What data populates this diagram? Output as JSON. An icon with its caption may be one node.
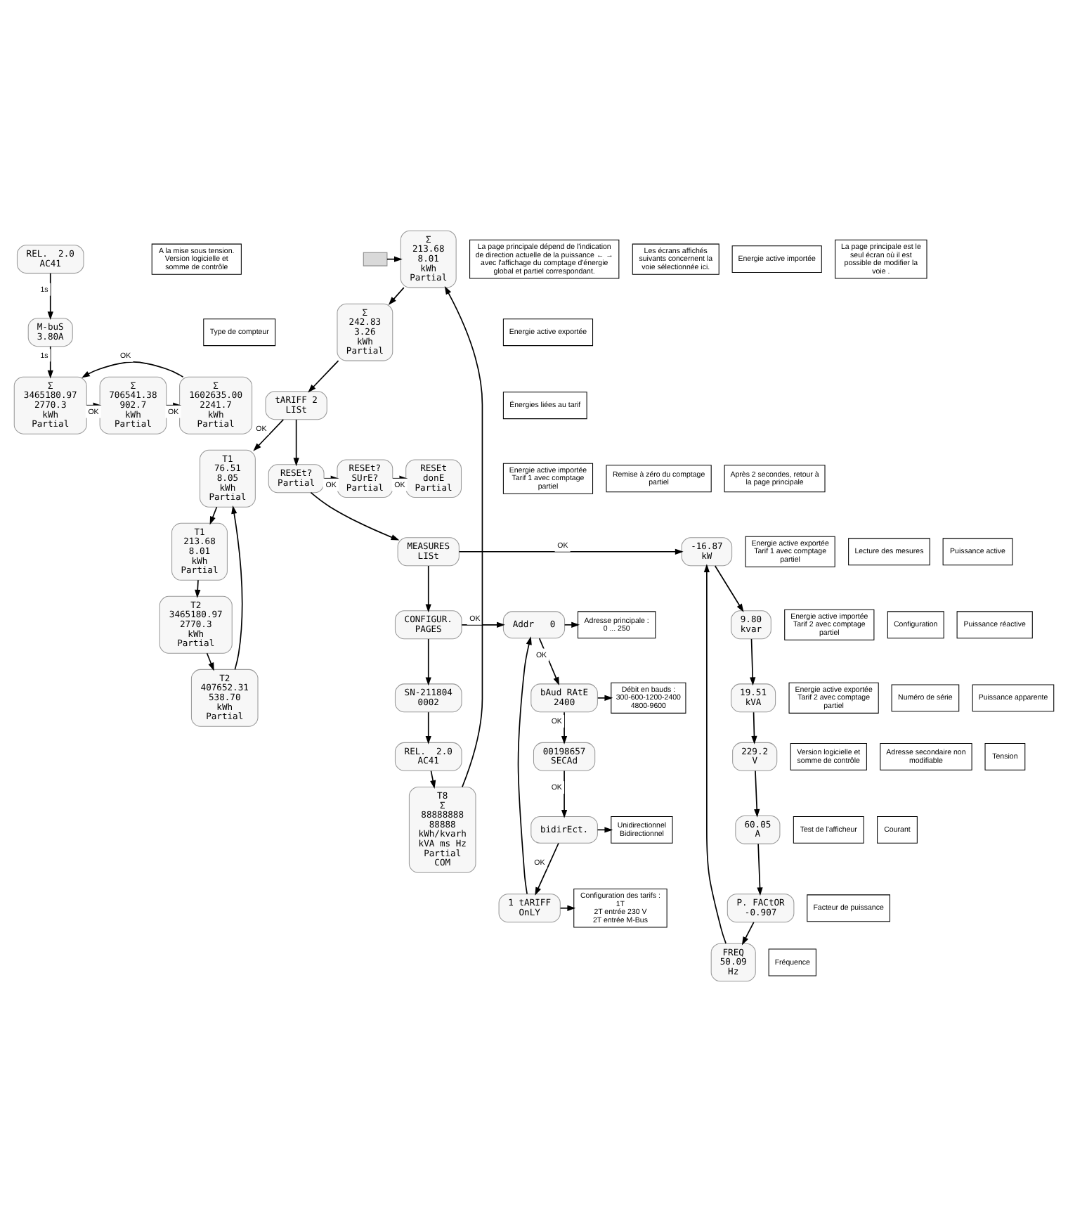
{
  "diagram": {
    "nodes": [
      {
        "text": [
          "REL.  2.0",
          "AC41"
        ]
      },
      {
        "text": [
          "A la mise sous tension. Version logicielle et somme de contrôle"
        ]
      },
      {
        "text": [
          "M-buS",
          "3.80A"
        ]
      },
      {
        "text": [
          "Type de compteur"
        ]
      },
      {
        "text": [
          "Σ",
          "3465180.97",
          "2770.3",
          "kWh",
          "Partial"
        ]
      },
      {
        "text": [
          "Σ",
          "706541.38",
          "902.7",
          "kWh",
          "Partial"
        ]
      },
      {
        "text": [
          "Σ",
          "1602635.00",
          "2241.7",
          "kWh",
          "Partial"
        ]
      },
      {
        "text": [
          "T1",
          "76.51",
          "8.05",
          "kWh",
          "Partial"
        ]
      },
      {
        "text": [
          "Energie active importée Tarif 1 avec comptage partiel"
        ]
      },
      {
        "text": [
          "T1",
          "213.68",
          "8.01",
          "kWh",
          "Partial"
        ]
      },
      {
        "text": [
          "Energie active exportée Tarif 1 avec comptage partiel"
        ]
      },
      {
        "text": [
          "T2",
          "3465180.97",
          "2770.3",
          "kWh",
          "Partial"
        ]
      },
      {
        "text": [
          "Energie active importée Tarif 2 avec comptage partiel"
        ]
      },
      {
        "text": [
          "T2",
          "407652.31",
          "538.70",
          "kWh",
          "Partial"
        ]
      },
      {
        "text": [
          "Energie active exportée Tarif 2 avec comptage partiel"
        ]
      },
      {
        "text": [
          "La page principale dépend de l'indication de direction actuelle de la puissance ← → avec l'affichage du comptage d'énergie global et partiel correspondant."
        ]
      },
      {
        "text": [
          "Les écrans affichés suivants concernent la voie sélectionnée ici."
        ]
      },
      {
        "text": [
          "Σ",
          "213.68",
          "8.01",
          "kWh",
          "Partial"
        ]
      },
      {
        "text": [
          "Energie active importée"
        ]
      },
      {
        "text": [
          "La page principale est le seul écran où il est possible de modifier la voie ."
        ]
      },
      {
        "text": [
          "Σ",
          "242.83",
          "3.26",
          "kWh",
          "Partial"
        ]
      },
      {
        "text": [
          "Energie active exportée"
        ]
      },
      {
        "text": [
          "tARIFF 2",
          "LISt"
        ]
      },
      {
        "text": [
          "Énergies liées au tarif"
        ]
      },
      {
        "text": [
          "RESEt?",
          "Partial"
        ]
      },
      {
        "text": [
          "Remise à zéro du comptage partiel"
        ]
      },
      {
        "text": [
          "RESEt?",
          "SUrE?",
          "Partial"
        ]
      },
      {
        "text": [
          "RESEt",
          "donE",
          "Partial"
        ]
      },
      {
        "text": [
          "Après 2 secondes, retour à la page principale"
        ]
      },
      {
        "text": [
          "MEASURES",
          "LISt"
        ]
      },
      {
        "text": [
          "Lecture des mesures"
        ]
      },
      {
        "text": [
          "CONFIGUR.",
          "PAGES"
        ]
      },
      {
        "text": [
          "Configuration"
        ]
      },
      {
        "text": [
          "SN-211804",
          "0002"
        ]
      },
      {
        "text": [
          "Numéro de série"
        ]
      },
      {
        "text": [
          "REL.  2.0",
          "AC41"
        ]
      },
      {
        "text": [
          "Version logicielle et somme de contrôle"
        ]
      },
      {
        "text": [
          "T8",
          "Σ",
          "88888888",
          "88888",
          "kWh/kvarh",
          "kVA ms Hz",
          "Partial",
          "COM"
        ]
      },
      {
        "text": [
          "Test de l'afficheur"
        ]
      },
      {
        "text": [
          "Addr   0"
        ]
      },
      {
        "text": [
          "Adresse principale :",
          "0 ... 250"
        ]
      },
      {
        "text": [
          "bAud RAtE",
          "2400"
        ]
      },
      {
        "text": [
          "Débit en bauds :",
          "300-600-1200-2400 4800-9600"
        ]
      },
      {
        "text": [
          "00198657",
          "SECAd"
        ]
      },
      {
        "text": [
          "Adresse secondaire non modifiable"
        ]
      },
      {
        "text": [
          "bidirEct."
        ]
      },
      {
        "text": [
          "Unidirectionnel",
          "Bidirectionnel"
        ]
      },
      {
        "text": [
          "1 tARIFF",
          "OnLY"
        ]
      },
      {
        "text": [
          "Configuration des tarifs :",
          "1T",
          "2T entrée 230 V",
          "2T entrée M-Bus"
        ]
      },
      {
        "text": [
          "-16.87",
          "kW"
        ]
      },
      {
        "text": [
          "Puissance active"
        ]
      },
      {
        "text": [
          "9.80",
          "kvar"
        ]
      },
      {
        "text": [
          "Puissance réactive"
        ]
      },
      {
        "text": [
          "19.51",
          "kVA"
        ]
      },
      {
        "text": [
          "Puissance apparente"
        ]
      },
      {
        "text": [
          "229.2",
          "V"
        ]
      },
      {
        "text": [
          "Tension"
        ]
      },
      {
        "text": [
          "60.05",
          "A"
        ]
      },
      {
        "text": [
          "Courant"
        ]
      },
      {
        "text": [
          "P. FACtOR",
          "-0.907"
        ]
      },
      {
        "text": [
          "Facteur de puissance"
        ]
      },
      {
        "text": [
          "FREQ",
          "50.09",
          "Hz"
        ]
      },
      {
        "text": [
          "Fréquence"
        ]
      },
      {
        "text": [],
        "shape": "box"
      }
    ],
    "edges": [
      {
        "from": 0,
        "to": 2,
        "arrow": "to",
        "label": "1s"
      },
      {
        "from": 2,
        "to": 4,
        "arrow": "to",
        "label": "1s"
      },
      {
        "from": 4,
        "to": 5,
        "arrow": "to",
        "label": "OK"
      },
      {
        "from": 5,
        "to": 6,
        "arrow": "to",
        "label": "OK"
      },
      {
        "from": 6,
        "to": 4,
        "arrow": "to",
        "label": "OK"
      },
      {
        "from": 63,
        "to": 17,
        "arrow": "to"
      },
      {
        "from": 17,
        "to": 20,
        "arrow": "to"
      },
      {
        "from": 20,
        "to": 22,
        "arrow": "to"
      },
      {
        "from": 22,
        "to": 24,
        "arrow": "to"
      },
      {
        "from": 24,
        "to": 29,
        "arrow": "to"
      },
      {
        "from": 29,
        "to": 31,
        "arrow": "to"
      },
      {
        "from": 31,
        "to": 33,
        "arrow": "to"
      },
      {
        "from": 33,
        "to": 35,
        "arrow": "to"
      },
      {
        "from": 35,
        "to": 37,
        "arrow": "to"
      },
      {
        "from": 37,
        "to": 17,
        "arrow": "to"
      },
      {
        "from": 22,
        "to": 7,
        "arrow": "to",
        "label": "OK"
      },
      {
        "from": 7,
        "to": 9,
        "arrow": "to"
      },
      {
        "from": 9,
        "to": 11,
        "arrow": "to"
      },
      {
        "from": 11,
        "to": 13,
        "arrow": "to"
      },
      {
        "from": 13,
        "to": 7,
        "arrow": "to"
      },
      {
        "from": 24,
        "to": 26,
        "arrow": "to",
        "label": "OK"
      },
      {
        "from": 26,
        "to": 27,
        "arrow": "to",
        "label": "OK"
      },
      {
        "from": 29,
        "to": 49,
        "arrow": "to",
        "label": "OK"
      },
      {
        "from": 49,
        "to": 51,
        "arrow": "to"
      },
      {
        "from": 51,
        "to": 53,
        "arrow": "to"
      },
      {
        "from": 53,
        "to": 55,
        "arrow": "to"
      },
      {
        "from": 55,
        "to": 57,
        "arrow": "to"
      },
      {
        "from": 57,
        "to": 59,
        "arrow": "to"
      },
      {
        "from": 59,
        "to": 61,
        "arrow": "to"
      },
      {
        "from": 61,
        "to": 49,
        "arrow": "to"
      },
      {
        "from": 31,
        "to": 39,
        "arrow": "to",
        "label": "OK"
      },
      {
        "from": 39,
        "to": 41,
        "arrow": "to",
        "label": "OK"
      },
      {
        "from": 41,
        "to": 43,
        "arrow": "to",
        "label": "OK"
      },
      {
        "from": 43,
        "to": 45,
        "arrow": "to",
        "label": "OK"
      },
      {
        "from": 45,
        "to": 47,
        "arrow": "to",
        "label": "OK"
      },
      {
        "from": 47,
        "to": 39,
        "arrow": "to"
      },
      {
        "from": 39,
        "to": 40,
        "arrow": "to"
      },
      {
        "from": 41,
        "to": 42,
        "arrow": "to"
      },
      {
        "from": 45,
        "to": 46,
        "arrow": "to"
      },
      {
        "from": 47,
        "to": 48,
        "arrow": "to"
      }
    ]
  }
}
